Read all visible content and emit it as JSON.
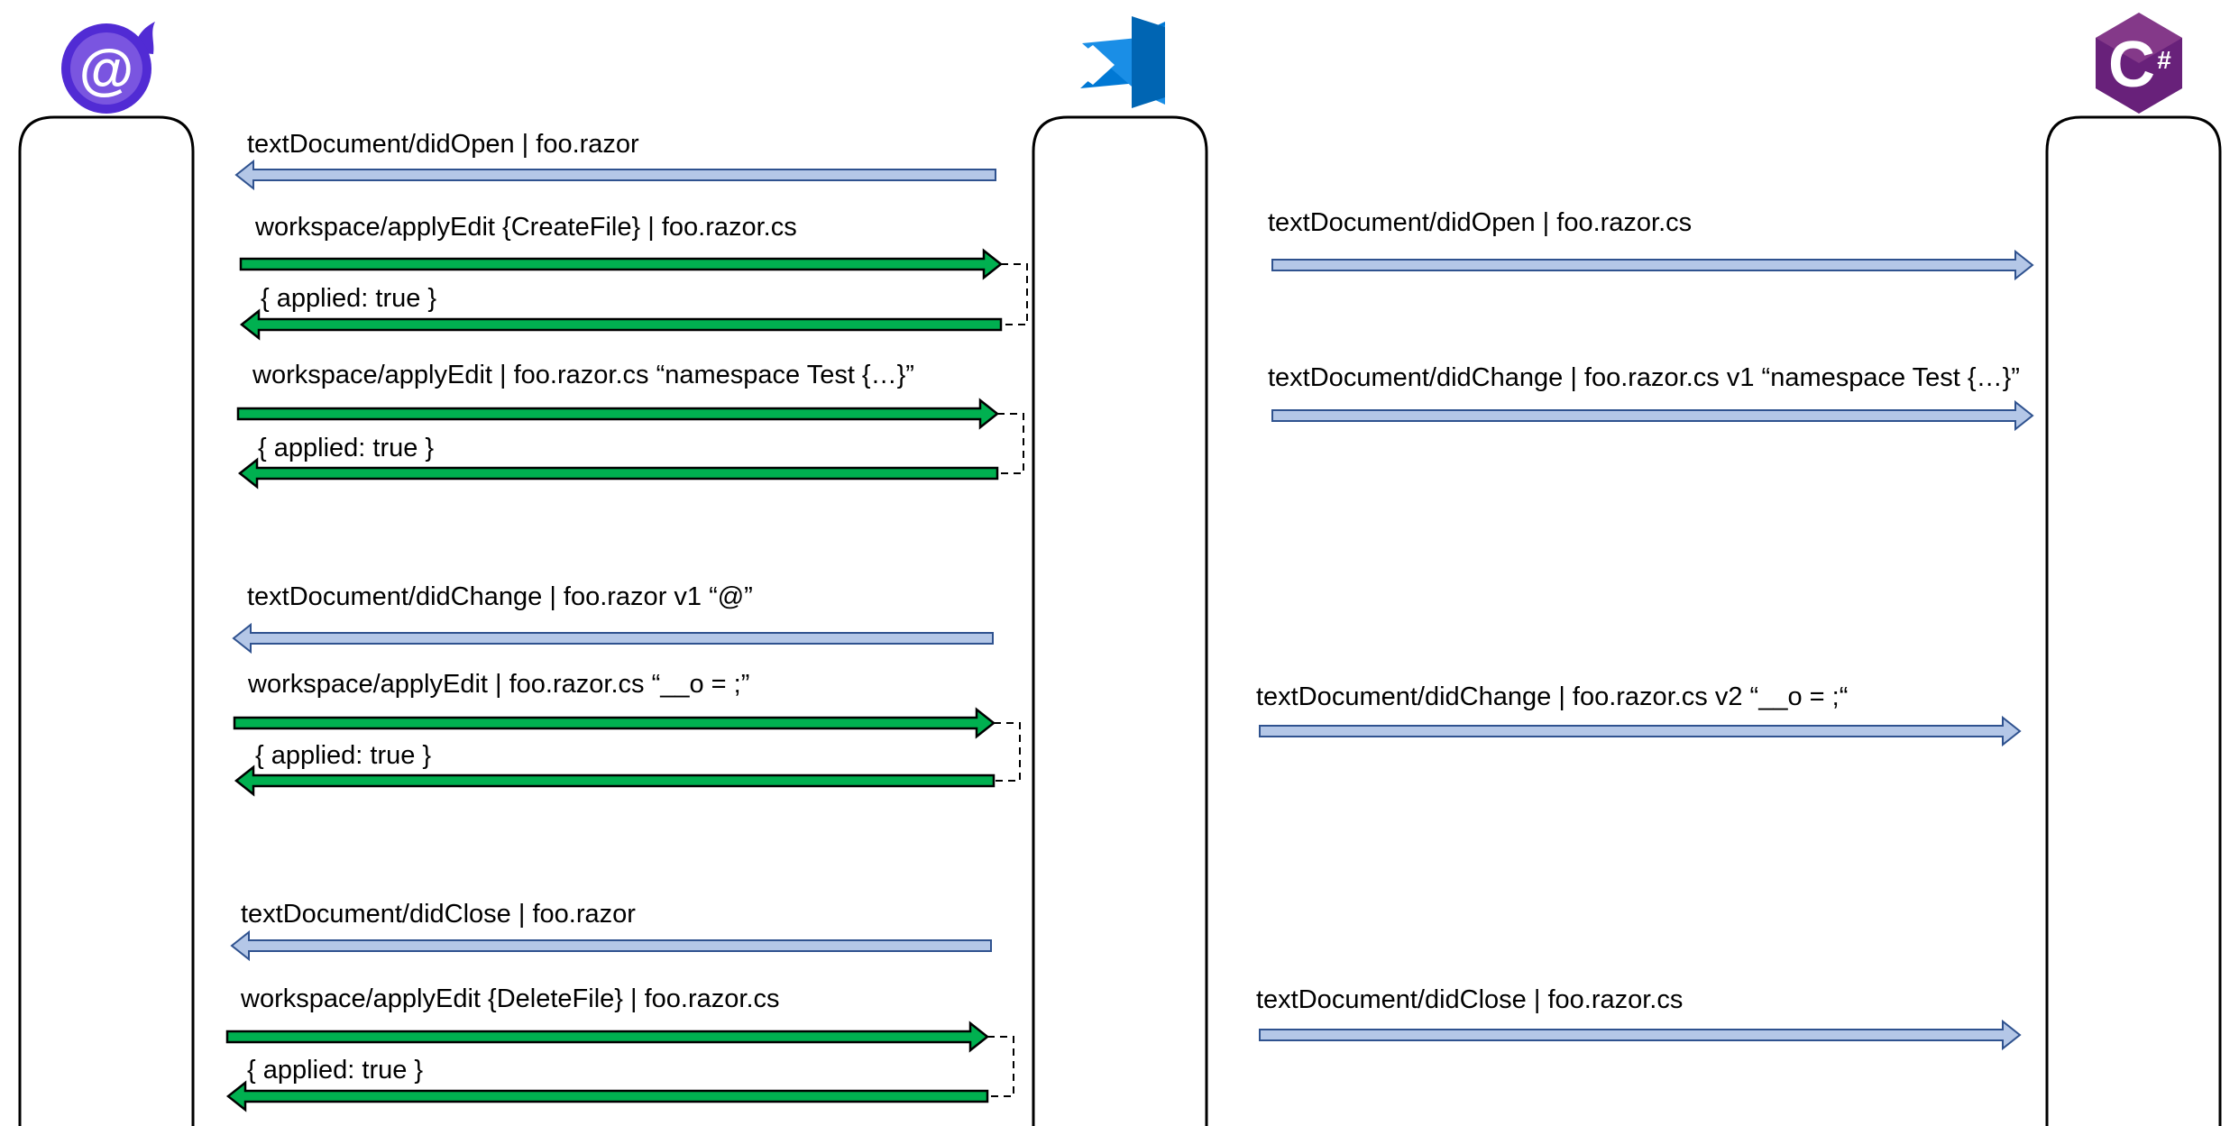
{
  "colors": {
    "blue_fill": "#b4c7e7",
    "blue_stroke": "#2f528f",
    "green_fill": "#00b050",
    "green_stroke": "#000000",
    "blazor_purple": "#512bd4",
    "vscode_blue": "#0078d4",
    "csharp_purple": "#68217a"
  },
  "icons": {
    "left": "blazor-logo-icon",
    "middle": "vscode-logo-icon",
    "right": "csharp-logo-icon"
  },
  "logos": {
    "left_glyph": "@",
    "right_glyph": "C",
    "right_sub": "#"
  },
  "messages": [
    {
      "label": "textDocument/didOpen | foo.razor",
      "color": "blue",
      "direction": "left",
      "column": "left"
    },
    {
      "label": "workspace/applyEdit {CreateFile} | foo.razor.cs",
      "color": "green",
      "direction": "right",
      "column": "left"
    },
    {
      "label": "{ applied: true }",
      "color": "green",
      "direction": "left",
      "column": "left"
    },
    {
      "label": "workspace/applyEdit | foo.razor.cs  “namespace Test {…}”",
      "color": "green",
      "direction": "right",
      "column": "left"
    },
    {
      "label": "{ applied: true }",
      "color": "green",
      "direction": "left",
      "column": "left"
    },
    {
      "label": "textDocument/didChange | foo.razor v1 “@”",
      "color": "blue",
      "direction": "left",
      "column": "left"
    },
    {
      "label": "workspace/applyEdit | foo.razor.cs  “__o = ;”",
      "color": "green",
      "direction": "right",
      "column": "left"
    },
    {
      "label": "{ applied: true }",
      "color": "green",
      "direction": "left",
      "column": "left"
    },
    {
      "label": "textDocument/didClose | foo.razor",
      "color": "blue",
      "direction": "left",
      "column": "left"
    },
    {
      "label": "workspace/applyEdit {DeleteFile} | foo.razor.cs",
      "color": "green",
      "direction": "right",
      "column": "left"
    },
    {
      "label": "{ applied: true }",
      "color": "green",
      "direction": "left",
      "column": "left"
    },
    {
      "label": "textDocument/didOpen | foo.razor.cs",
      "color": "blue",
      "direction": "right",
      "column": "right"
    },
    {
      "label": "textDocument/didChange | foo.razor.cs v1 “namespace Test {…}”",
      "color": "blue",
      "direction": "right",
      "column": "right"
    },
    {
      "label": "textDocument/didChange | foo.razor.cs v2 “__o = ;“",
      "color": "blue",
      "direction": "right",
      "column": "right"
    },
    {
      "label": "textDocument/didClose | foo.razor.cs",
      "color": "blue",
      "direction": "right",
      "column": "right"
    }
  ]
}
